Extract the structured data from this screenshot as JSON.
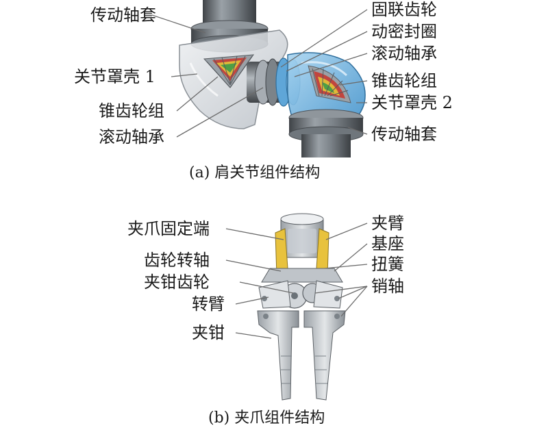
{
  "colors": {
    "leader": "#6b6b6b",
    "metal_dark": "#4f5358",
    "metal_mid": "#8e959b",
    "metal_light": "#d9dde0",
    "glass_grey": "#c7ccd2",
    "glass_blue": "#6fb0dd",
    "gear_red": "#c8352b",
    "gear_yellow": "#e3c43a",
    "gear_green": "#3d9c47",
    "bracket_yellow": "#e8c23d"
  },
  "panel_a": {
    "caption": "(a) 肩关节组件结构",
    "left_labels": [
      "传动轴套",
      "关节罩壳 1",
      "锥齿轮组",
      "滚动轴承"
    ],
    "right_labels": [
      "固联齿轮",
      "动密封圈",
      "滚动轴承",
      "锥齿轮组",
      "关节罩壳 2",
      "传动轴套"
    ]
  },
  "panel_b": {
    "caption": "(b) 夹爪组件结构",
    "left_labels": [
      "夹爪固定端",
      "齿轮转轴",
      "夹钳齿轮",
      "转臂",
      "夹钳"
    ],
    "right_labels": [
      "夹臂",
      "基座",
      "扭簧",
      "销轴"
    ]
  }
}
